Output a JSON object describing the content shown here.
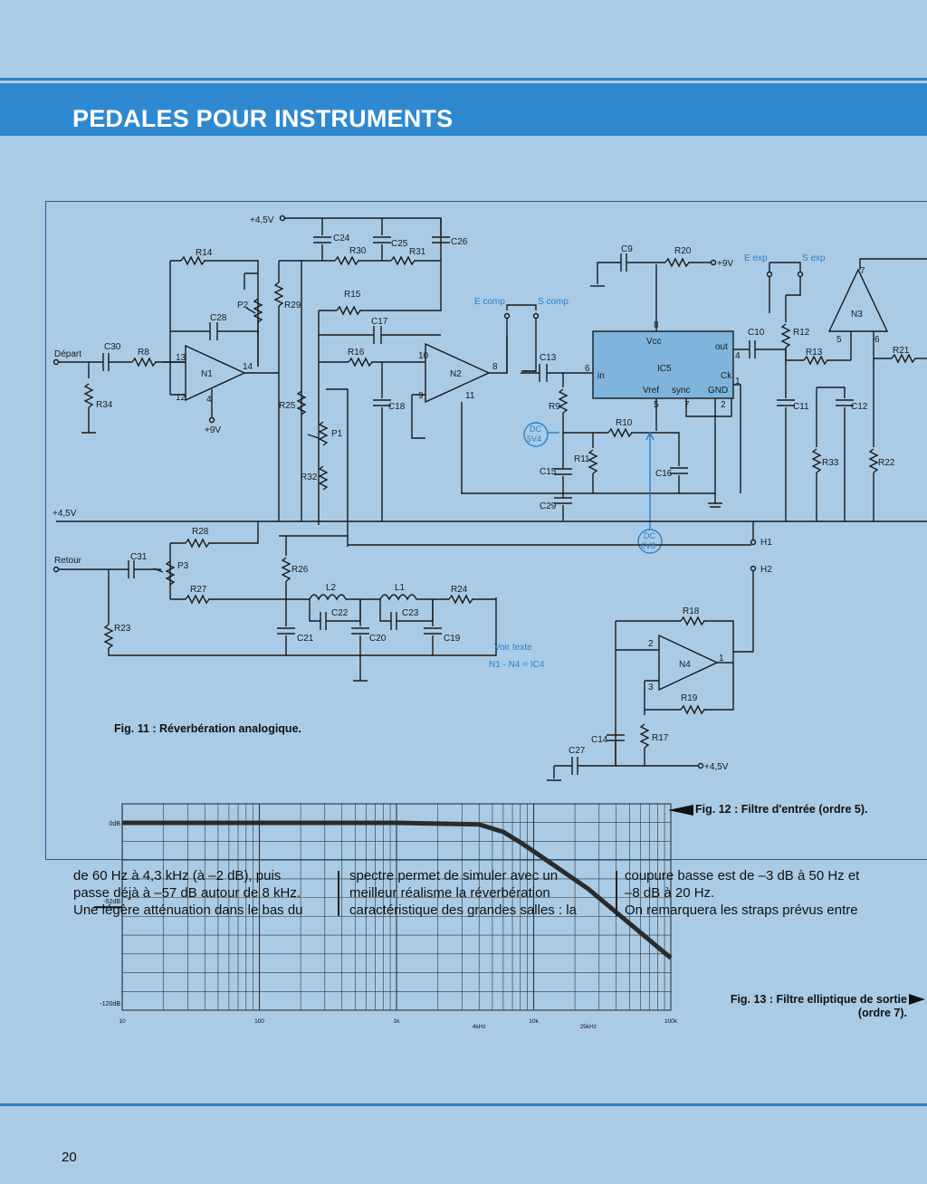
{
  "header": {
    "title": "PEDALES POUR INSTRUMENTS"
  },
  "schematic": {
    "labels": {
      "depart": "Départ",
      "retour": "Retour",
      "v45_top": "+4,5V",
      "v45_mid": "+4,5V",
      "v45_bottom": "+4,5V",
      "v9_n1": "+9V",
      "v9_r20": "+9V",
      "r14": "R14",
      "r30": "R30",
      "r31": "R31",
      "r15": "R15",
      "r16": "R16",
      "r8": "R8",
      "r34": "R34",
      "r29": "R29",
      "r25": "R25",
      "r32": "R32",
      "r9": "R9",
      "r10": "R10",
      "r11": "R11",
      "r20": "R20",
      "r12": "R12",
      "r13": "R13",
      "r21": "R21",
      "r33": "R33",
      "r22": "R22",
      "r28": "R28",
      "r27": "R27",
      "r23": "R23",
      "r26": "R26",
      "r24": "R24",
      "r18": "R18",
      "r19": "R19",
      "r17": "R17",
      "c24": "C24",
      "c25": "C25",
      "c26": "C26",
      "c28": "C28",
      "c17": "C17",
      "c30": "C30",
      "c18": "C18",
      "c13": "C13",
      "c15": "C15",
      "c29": "C29",
      "c16": "C16",
      "c9": "C9",
      "c10": "C10",
      "c11": "C11",
      "c12": "C12",
      "c31": "C31",
      "c22": "C22",
      "c23": "C23",
      "c21": "C21",
      "c20": "C20",
      "c19": "C19",
      "c14": "C14",
      "c27": "C27",
      "p1": "P1",
      "p2": "P2",
      "p3": "P3",
      "l1": "L1",
      "l2": "L2",
      "n1": "N1",
      "n2": "N2",
      "n3": "N3",
      "n4": "N4",
      "ic5": "IC5",
      "vcc": "Vcc",
      "out": "out",
      "in": "in",
      "ck": "Ck",
      "vref": "Vref",
      "sync": "sync",
      "gnd": "GND",
      "e_comp": "E comp",
      "s_comp": "S comp",
      "e_exp": "E exp",
      "s_exp": "S exp",
      "dc_5v4_a": "DC",
      "dc_5v4_b": "5V4",
      "dc_6v8_a": "DC",
      "dc_6v8_b": "6V8",
      "h1": "H1",
      "h2": "H2",
      "voir_texte": "Voir texte",
      "n1_n4": "N1 - N4 = IC4",
      "pin_13": "13",
      "pin_14": "14",
      "pin_12": "12",
      "pin_4": "4",
      "pin_10": "10",
      "pin_9": "9",
      "pin_11": "11",
      "pin_8n2": "8",
      "pin_6": "6",
      "pin_8ic": "8",
      "pin_4ic": "4",
      "pin_1ic": "1",
      "pin_5ic": "5",
      "pin_7ic": "7",
      "pin_2ic": "2",
      "pin_7n3": "7",
      "pin_5n3": "5",
      "pin_6n3": "6",
      "pin_2n4": "2",
      "pin_3n4": "3",
      "pin_1n4": "1"
    }
  },
  "fig11_caption": "Fig. 11 : Réverbération analogique.",
  "fig12_caption": "Fig. 12 : Filtre d'entrée (ordre 5).",
  "fig13_caption": "Fig. 13 : Filtre elliptique de sortie (ordre 7).",
  "chart_data": {
    "type": "line",
    "title": "",
    "xlabel": "",
    "ylabel": "",
    "x_scale": "log",
    "xlim": [
      10,
      100000
    ],
    "y_tick_labels": [
      "0dB",
      "-52dB",
      "-120dB"
    ],
    "x_tick_labels": [
      "10",
      "100",
      "1k",
      "4kHz",
      "10k",
      "25kHz",
      "100k"
    ],
    "grid": true,
    "series": [
      {
        "x": [
          10,
          1000,
          4000,
          6000,
          8000,
          10000,
          25000,
          100000
        ],
        "y": [
          0,
          0,
          -1,
          -6,
          -13,
          -19,
          -44,
          -90
        ]
      }
    ]
  },
  "body": {
    "col1": [
      "de 60 Hz à 4,3 kHz (à –2 dB), puis",
      "passe déjà à –57 dB autour de 8 kHz.",
      "Une légère atténuation dans le bas du"
    ],
    "col2": [
      "spectre permet de simuler avec un",
      "meilleur réalisme la réverbération",
      "caractéristique des grandes salles : la"
    ],
    "col3": [
      "coupure basse est de –3 dB à 50 Hz et",
      "–8 dB à 20 Hz.",
      "On remarquera les straps prévus entre"
    ]
  },
  "page_number": "20"
}
